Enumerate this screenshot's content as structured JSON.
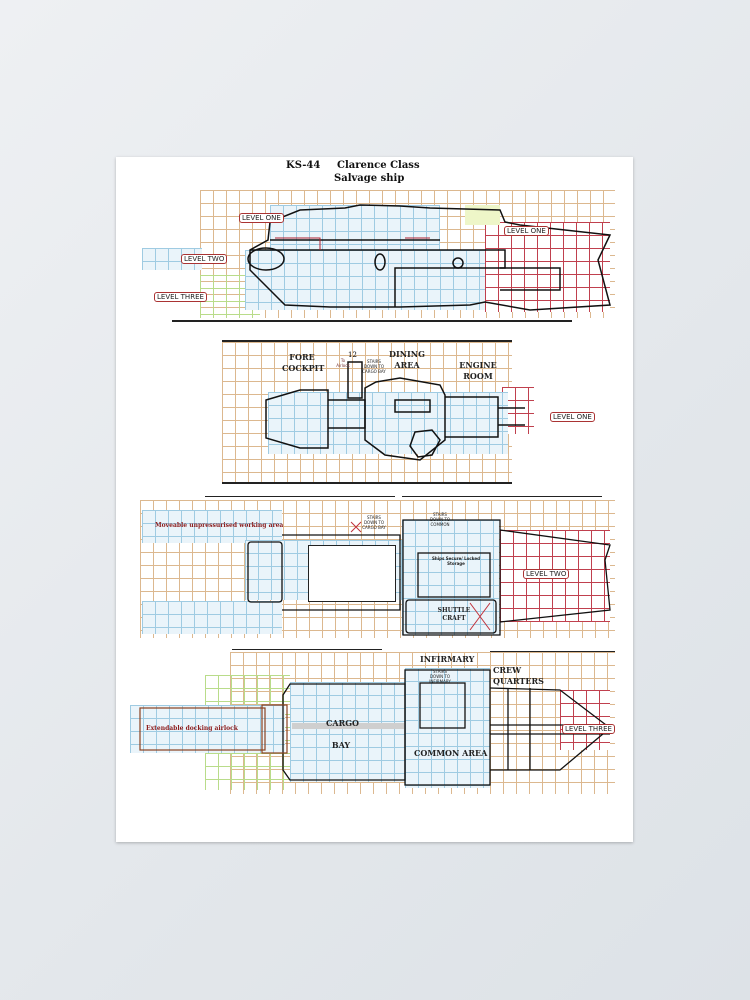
{
  "poster": {
    "title_line1_code": "KS-44",
    "title_line1_class": "Clarence Class",
    "title_line2": "Salvage ship"
  },
  "side_view": {
    "labels": [
      "LEVEL ONE",
      "LEVEL ONE",
      "LEVEL TWO",
      "LEVEL THREE"
    ]
  },
  "level_one": {
    "fore_cockpit": [
      "FORE",
      "COCKPIT"
    ],
    "stair_number": "12",
    "to_airlock": [
      "To",
      "Airlock"
    ],
    "stairs_note": [
      "STAIRS",
      "DOWN TO",
      "CARGO BAY"
    ],
    "dining_area": [
      "DINING",
      "AREA"
    ],
    "engine_room": [
      "ENGINE",
      "ROOM"
    ],
    "level_label": "LEVEL ONE"
  },
  "level_two": {
    "working_area": "Moveable unpressurised working area",
    "stairs_cargo": [
      "STAIRS",
      "DOWN TO",
      "CARGO BAY"
    ],
    "stairs_common": [
      "STAIRS",
      "DOWN TO",
      "COMMON"
    ],
    "storage": [
      "Ships Secure/ Locked",
      "Storage"
    ],
    "shuttle": [
      "SHUTTLE",
      "CRAFT"
    ],
    "level_label": "LEVEL TWO"
  },
  "level_three": {
    "infirmary": "INFIRMARY",
    "stairs_infirmary": [
      "STAIRS",
      "DOWN TO",
      "INFIRMARY"
    ],
    "crew_quarters": [
      "CREW",
      "QUARTERS"
    ],
    "cargo_bay": [
      "CARGO",
      "BAY"
    ],
    "airlock": "Extendable docking airlock",
    "common_area": "COMMON AREA",
    "level_label": "LEVEL THREE"
  },
  "colors": {
    "grid_tan": "#dcb88f",
    "grid_blue": "#9fcbe2",
    "grid_red": "#c0404e",
    "grid_green": "#b9dc8a"
  }
}
